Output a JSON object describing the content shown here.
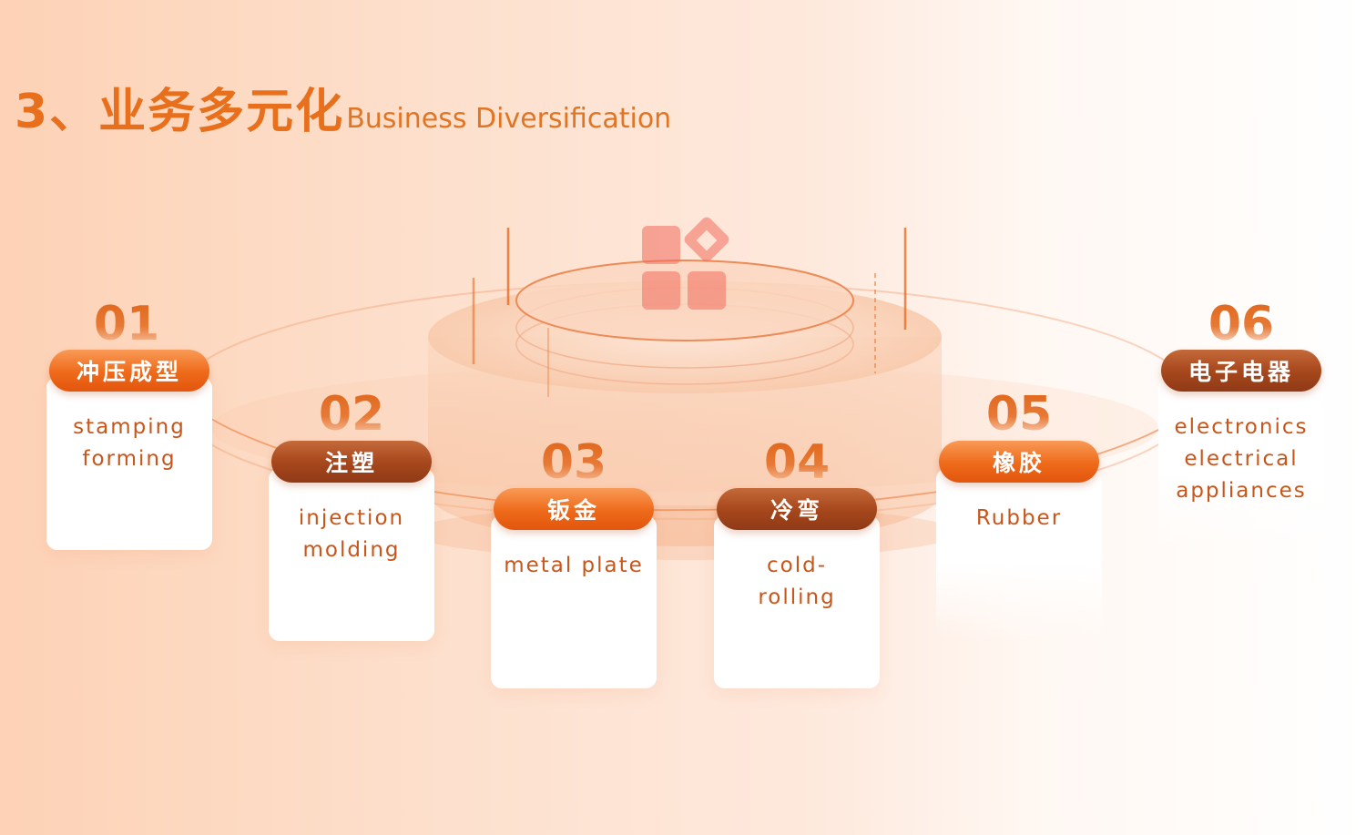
{
  "title": {
    "cn": "3、业务多元化",
    "en": "Business Diversification"
  },
  "items": [
    {
      "num": "01",
      "label": "冲压成型",
      "desc": "stamping forming",
      "style": "orange"
    },
    {
      "num": "02",
      "label": "注塑",
      "desc": "injection molding",
      "style": "brown"
    },
    {
      "num": "03",
      "label": "钣金",
      "desc": "metal plate",
      "style": "orange"
    },
    {
      "num": "04",
      "label": "冷弯",
      "desc": "cold-rolling",
      "style": "brown"
    },
    {
      "num": "05",
      "label": "橡胶",
      "desc": "Rubber",
      "style": "orange"
    },
    {
      "num": "06",
      "label": "电子电器",
      "desc": "electronics electrical appliances",
      "style": "brown"
    }
  ],
  "colors": {
    "accent": "#ee6a1a",
    "brown": "#a8481d",
    "text": "#c8561a"
  },
  "icons": {
    "center": "grid-diamond-icon"
  }
}
